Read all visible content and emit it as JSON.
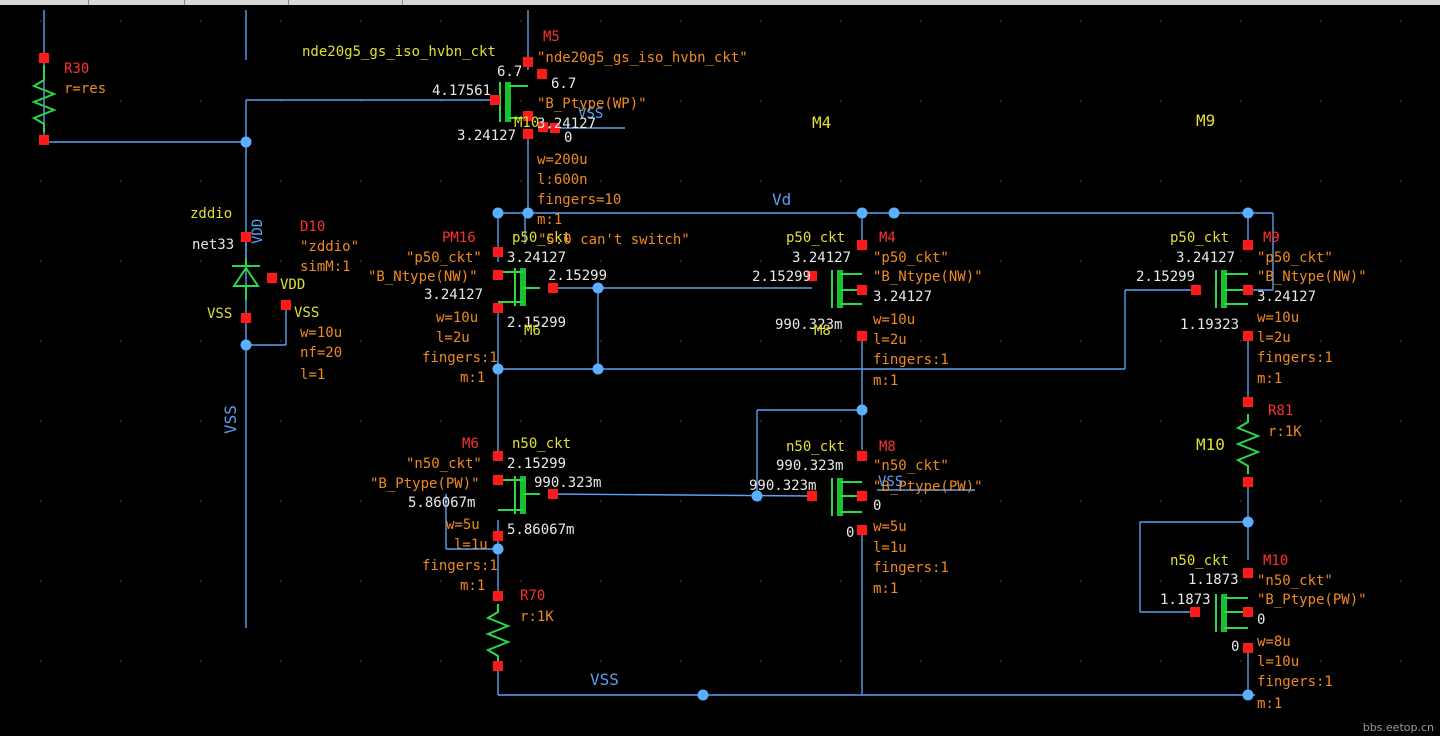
{
  "wires": {
    "vd": "Vd",
    "vss_bottom": "VSS",
    "vss_vertical": "VSS",
    "vdd_vertical": "VDD"
  },
  "r30": {
    "name": "R30",
    "param": "r=res"
  },
  "d10": {
    "name": "D10",
    "cell": "zddio",
    "model": "\"zddio\"",
    "sim": "simM:1",
    "w": "w=10u",
    "nf": "nf=20",
    "l": "l=1",
    "net33": "net33",
    "vdd": "VDD",
    "vss_left": "VSS",
    "vss_right": "VSS"
  },
  "m5": {
    "name": "M5",
    "cell": "nde20g5_gs_iso_hvbn_ckt",
    "model": "\"nde20g5_gs_iso_hvbn_ckt\"",
    "v1": "6.7",
    "v2": "6.7",
    "v3": "4.17561",
    "bulk": "\"B_Ptype(WP)\"",
    "v4": "3.24127",
    "v5": "3.24127",
    "v6": "0",
    "w": "w=200u",
    "l": "l:600n",
    "fingers": "fingers=10",
    "m": "m:1",
    "vss": "VSS",
    "m10": "M10"
  },
  "pm16": {
    "name": "PM16",
    "cell": "p50_ckt",
    "model": "\"p50_ckt\"",
    "bulk": "\"B_Ntype(NW)\"",
    "v1": "3.24127",
    "v2": "3.24127",
    "v3": "2.15299",
    "v4": "2.15299",
    "w": "w=10u",
    "l": "l=2u",
    "fingers": "fingers:1",
    "m": "m:1",
    "note": "\"5.0 can't switch\"",
    "mlabel": "M6"
  },
  "m4": {
    "name": "M4",
    "cell": "p50_ckt",
    "model": "\"p50_ckt\"",
    "bulk": "\"B_Ntype(NW)\"",
    "v1": "3.24127",
    "v2": "2.15299",
    "v3": "3.24127",
    "v4": "990.323m",
    "w": "w=10u",
    "l": "l=2u",
    "fingers": "fingers:1",
    "m": "m:1",
    "top": "M4",
    "mlabel": "M8"
  },
  "m9": {
    "name": "M9",
    "cell": "p50_ckt",
    "model": "\"p50_ckt\"",
    "bulk": "\"B_Ntype(NW)\"",
    "v1": "3.24127",
    "v2": "2.15299",
    "v3": "3.24127",
    "v4": "1.19323",
    "w": "w=10u",
    "l": "l=2u",
    "fingers": "fingers:1",
    "m": "m:1",
    "top": "M9"
  },
  "m6": {
    "name": "M6",
    "cell": "n50_ckt",
    "model": "\"n50_ckt\"",
    "bulk": "\"B_Ptype(PW)\"",
    "v1": "2.15299",
    "v2": "990.323m",
    "v3": "5.86067m",
    "v4": "5.86067m",
    "w": "w=5u",
    "l": "l=1u",
    "fingers": "fingers:1",
    "m": "m:1"
  },
  "m8": {
    "name": "M8",
    "cell": "n50_ckt",
    "model": "\"n50_ckt\"",
    "bulk": "\"B_Ptype(PW)\"",
    "v1": "990.323m",
    "v2": "990.323m",
    "v3": "0",
    "v4": "0",
    "w": "w=5u",
    "l": "l=1u",
    "fingers": "fingers:1",
    "m": "m:1",
    "vss": "VSS"
  },
  "m10": {
    "name": "M10",
    "cell": "n50_ckt",
    "model": "\"n50_ckt\"",
    "bulk": "\"B_Ptype(PW)\"",
    "v1": "1.1873",
    "v2": "1.1873",
    "v3": "0",
    "v4": "0",
    "w": "w=8u",
    "l": "l=10u",
    "fingers": "fingers:1",
    "m": "m:1",
    "label": "M10"
  },
  "r70": {
    "name": "R70",
    "param": "r:1K"
  },
  "r81": {
    "name": "R81",
    "param": "r:1K"
  },
  "watermark": "bbs.eetop.cn"
}
